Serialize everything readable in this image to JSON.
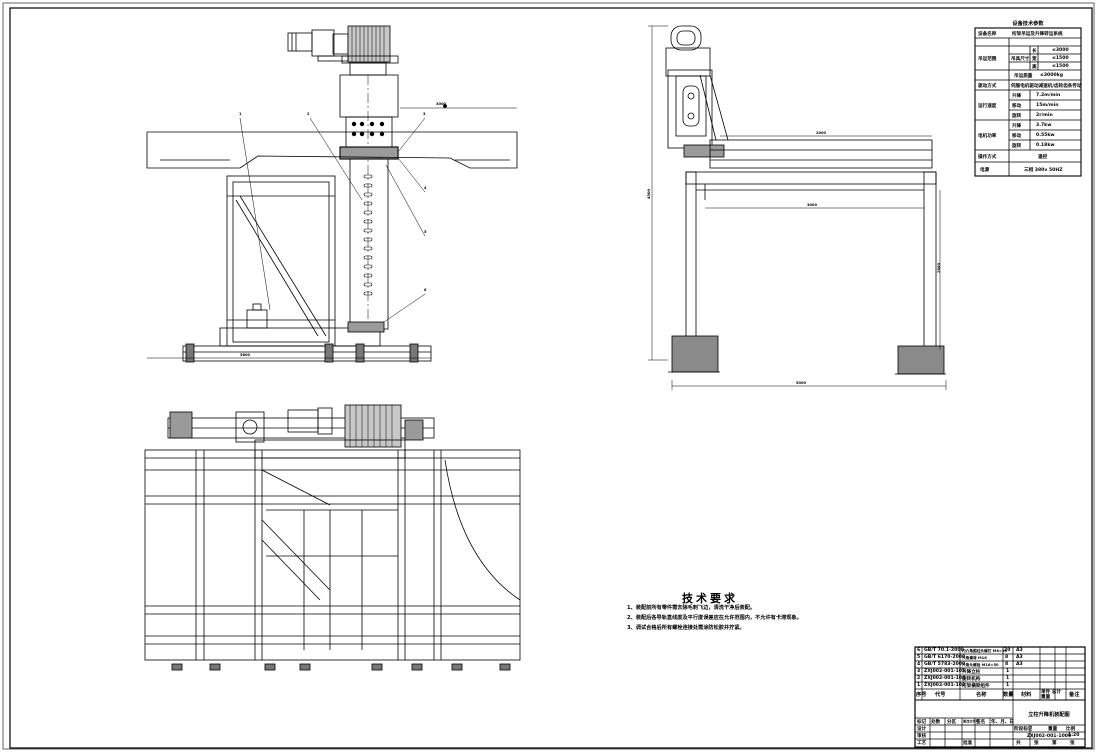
{
  "spec_table": {
    "title": "设备技术参数",
    "rows": [
      {
        "label": "设备名称",
        "value": "桁架吊运及升降转运系统"
      },
      {
        "label": "吊运范围",
        "sub": "吊具尺寸",
        "items": [
          {
            "k": "长",
            "v": "≤3000"
          },
          {
            "k": "宽",
            "v": "≤1500"
          },
          {
            "k": "高",
            "v": "≤1500"
          }
        ]
      },
      {
        "label": "",
        "sub": "吊运质量",
        "value": "≤3000kg"
      },
      {
        "label": "驱动方式",
        "value": "伺服电机驱动减速机/齿轮齿条传动"
      },
      {
        "label": "运行速度",
        "items": [
          {
            "k": "升降",
            "v": "7.2m/min"
          },
          {
            "k": "移动",
            "v": "15m/min"
          },
          {
            "k": "旋转",
            "v": "2r/min"
          }
        ]
      },
      {
        "label": "电机功率",
        "items": [
          {
            "k": "升降",
            "v": "3.7kw"
          },
          {
            "k": "移动",
            "v": "0.55kw"
          },
          {
            "k": "旋转",
            "v": "0.18kw"
          }
        ]
      },
      {
        "label": "操作方式",
        "value": "遥控"
      },
      {
        "label": "电源",
        "value": "三相  380v  50HZ"
      }
    ]
  },
  "tech_requirements": {
    "title": "技术要求",
    "items": [
      "1、装配前所有零件需去除毛刺飞边，清洗干净后装配。",
      "2、装配后各导轨直线度及平行度误差应在允许范围内，不允许有卡滞现象。",
      "3、调试合格后所有螺栓连接处需涂防松胶并拧紧。"
    ]
  },
  "title_block": {
    "bom": [
      {
        "no": "6",
        "code": "GB/T 70.1-2000",
        "name": "内六角圆柱头螺钉 M8×25",
        "qty": "20",
        "mat": "A3"
      },
      {
        "no": "5",
        "code": "GB/T 6170-2000",
        "name": "六角螺母 M16",
        "qty": "8",
        "mat": "A3"
      },
      {
        "no": "4",
        "code": "GB/T 5783-2000",
        "name": "六角头螺栓 M16×50",
        "qty": "8",
        "mat": "A3"
      },
      {
        "no": "3",
        "code": "ZXJ002-001-105",
        "name": "升降立柱",
        "qty": "1",
        "mat": ""
      },
      {
        "no": "2",
        "code": "ZXJ002-001-104",
        "name": "旋转机构",
        "qty": "1",
        "mat": ""
      },
      {
        "no": "1",
        "code": "ZXJ002-001-103",
        "name": "桁架横梁组件",
        "qty": "1",
        "mat": ""
      }
    ],
    "header": {
      "no": "序号",
      "code": "代号",
      "name": "名称",
      "qty": "数量",
      "mat": "材料",
      "weight": "单件 总计 重量",
      "note": "备注"
    },
    "drawing_title": "立柱升降机装配图",
    "drawing_number": "ZXJ002-001-1000",
    "sign_labels": [
      "标记",
      "处数",
      "分区",
      "更改文件号",
      "签名",
      "年、月、日"
    ],
    "role_labels": [
      "设计",
      "审核",
      "工艺",
      "批准"
    ],
    "stage_labels": [
      "阶段标记",
      "重量",
      "比例"
    ],
    "scale": "1:20",
    "sheet_marks": [
      "共",
      "张",
      "第",
      "张"
    ]
  },
  "dimensions": {
    "front_span": "3000",
    "front_width": "3800",
    "side_top": "2000",
    "side_height": "4500",
    "side_inner": "3000",
    "side_leg": "2800",
    "side_base": "5000"
  },
  "balloons": [
    "1",
    "2",
    "3",
    "4",
    "5",
    "6"
  ]
}
